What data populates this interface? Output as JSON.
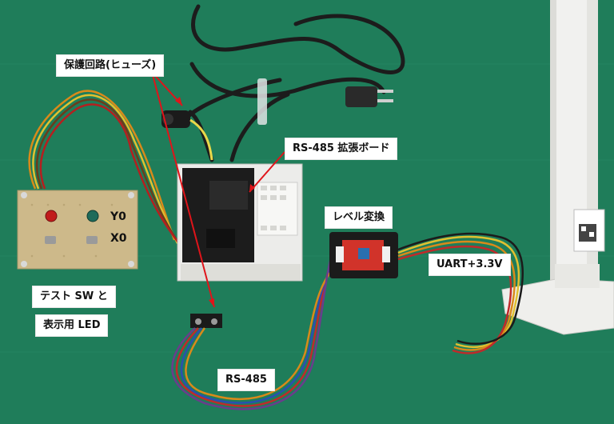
{
  "labels": {
    "fuse": "保護回路(ヒューズ)",
    "rs485_board": "RS-485 拡張ボード",
    "level_shift": "レベル変換",
    "uart": "UART+3.3V",
    "test_sw_line1": "テスト SW と",
    "test_sw_line2": "表示用 LED",
    "rs485": "RS-485"
  },
  "switch_board": {
    "y0": "Y0",
    "x0": "X0"
  },
  "colors": {
    "background": "#1f7d5a",
    "arrow": "#e0141a",
    "label_bg": "#ffffff"
  }
}
